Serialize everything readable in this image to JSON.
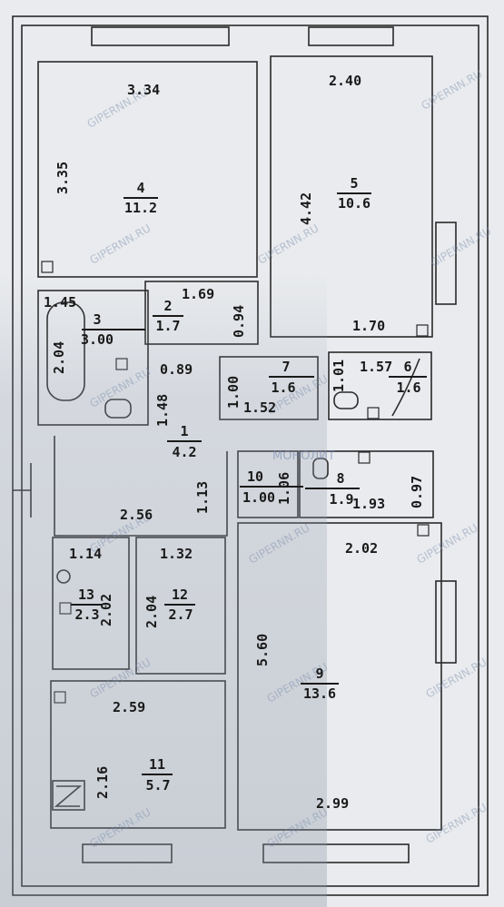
{
  "watermark": "GIPERNN.RU",
  "stamp": "МОНОЛИТ",
  "rooms": [
    {
      "num": "1",
      "area": "4.2"
    },
    {
      "num": "2",
      "area": "1.7"
    },
    {
      "num": "3",
      "area": "3.00"
    },
    {
      "num": "4",
      "area": "11.2"
    },
    {
      "num": "5",
      "area": "10.6"
    },
    {
      "num": "6",
      "area": "1.6"
    },
    {
      "num": "7",
      "area": "1.6"
    },
    {
      "num": "8",
      "area": "1.9"
    },
    {
      "num": "9",
      "area": "13.6"
    },
    {
      "num": "10",
      "area": "1.00"
    },
    {
      "num": "11",
      "area": "5.7"
    },
    {
      "num": "12",
      "area": "2.7"
    },
    {
      "num": "13",
      "area": "2.3"
    }
  ],
  "dims": {
    "r4_top": "3.34",
    "r4_side": "3.35",
    "r5_top": "2.40",
    "r5_side": "4.42",
    "r5_bottom": "1.70",
    "r2_top": "1.69",
    "r2_side": "0.94",
    "r3_top": "1.45",
    "r3_side": "2.04",
    "r1_a": "0.89",
    "r1_b": "1.48",
    "r1_c": "1.13",
    "r7_a": "1.00",
    "r7_b": "1.52",
    "r7_c": "1.01",
    "r6_a": "1.57",
    "r10_a": "1.06",
    "r8_a": "1.93",
    "r8_b": "0.97",
    "hall_bottom": "2.56",
    "r13_top": "1.14",
    "r13_side": "2.02",
    "r12_top": "1.32",
    "r12_side": "2.04",
    "r9_top": "2.02",
    "r9_side": "5.60",
    "r9_bottom": "2.99",
    "r11_top": "2.59",
    "r11_side": "2.16"
  }
}
